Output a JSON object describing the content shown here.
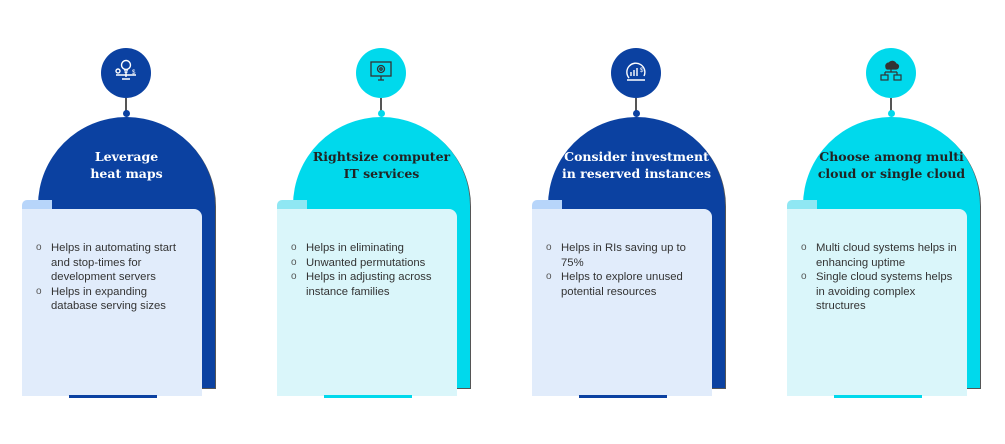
{
  "colors": {
    "dark_blue": "#0B41A1",
    "cyan": "#00D9EC",
    "light_blue_card": "#E1ECFB",
    "light_cyan_card": "#DAF6FA",
    "blue_tab": "#B7D5FA",
    "cyan_tab": "#8FE7F3"
  },
  "columns": [
    {
      "icon": "lightbulb-scale-icon",
      "title_line1": "Leverage",
      "title_line2": "heat maps",
      "bullets": [
        "Helps in automating start and stop-times for development servers",
        "Helps in expanding database serving sizes"
      ]
    },
    {
      "icon": "monitor-gear-icon",
      "title_line1": "Rightsize computer",
      "title_line2": "IT services",
      "bullets": [
        "Helps in eliminating",
        "Unwanted permutations",
        "Helps in adjusting across instance families"
      ]
    },
    {
      "icon": "savings-chart-icon",
      "title_line1": "Consider investment",
      "title_line2": "in reserved instances",
      "bullets": [
        "Helps in RIs saving up to 75%",
        "Helps to explore unused potential resources"
      ]
    },
    {
      "icon": "cloud-network-icon",
      "title_line1": "Choose among multi",
      "title_line2": "cloud or single cloud",
      "bullets": [
        "Multi cloud systems helps in enhancing uptime",
        "Single cloud systems helps in avoiding complex structures"
      ]
    }
  ]
}
